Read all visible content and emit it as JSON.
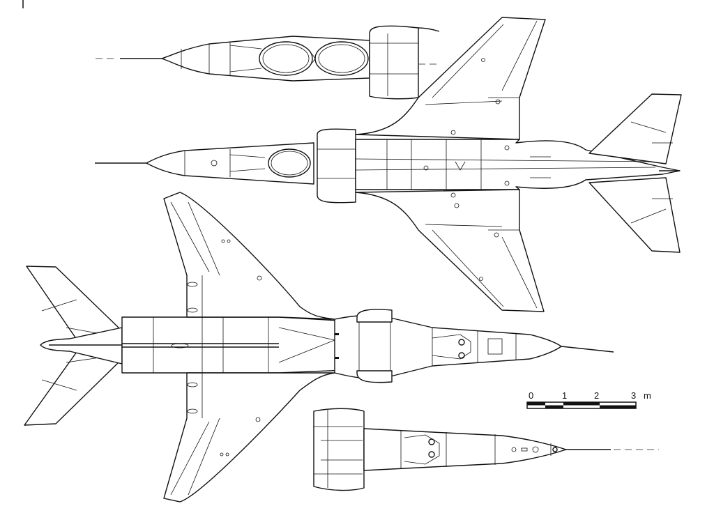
{
  "drawing": {
    "subject": "jet aircraft three-view",
    "views": [
      {
        "id": "upper-forward-fuselage",
        "label": "upper view, forward fuselage (two-seat canopy)"
      },
      {
        "id": "upper-full",
        "label": "upper plan view"
      },
      {
        "id": "lower-full",
        "label": "lower plan view"
      },
      {
        "id": "lower-forward-fuselage",
        "label": "lower view, forward fuselage"
      }
    ]
  },
  "scale_bar": {
    "ticks": [
      "0",
      "1",
      "2",
      "3"
    ],
    "unit": "m",
    "colors": {
      "stroke": "#111111",
      "background": "#ffffff"
    }
  }
}
